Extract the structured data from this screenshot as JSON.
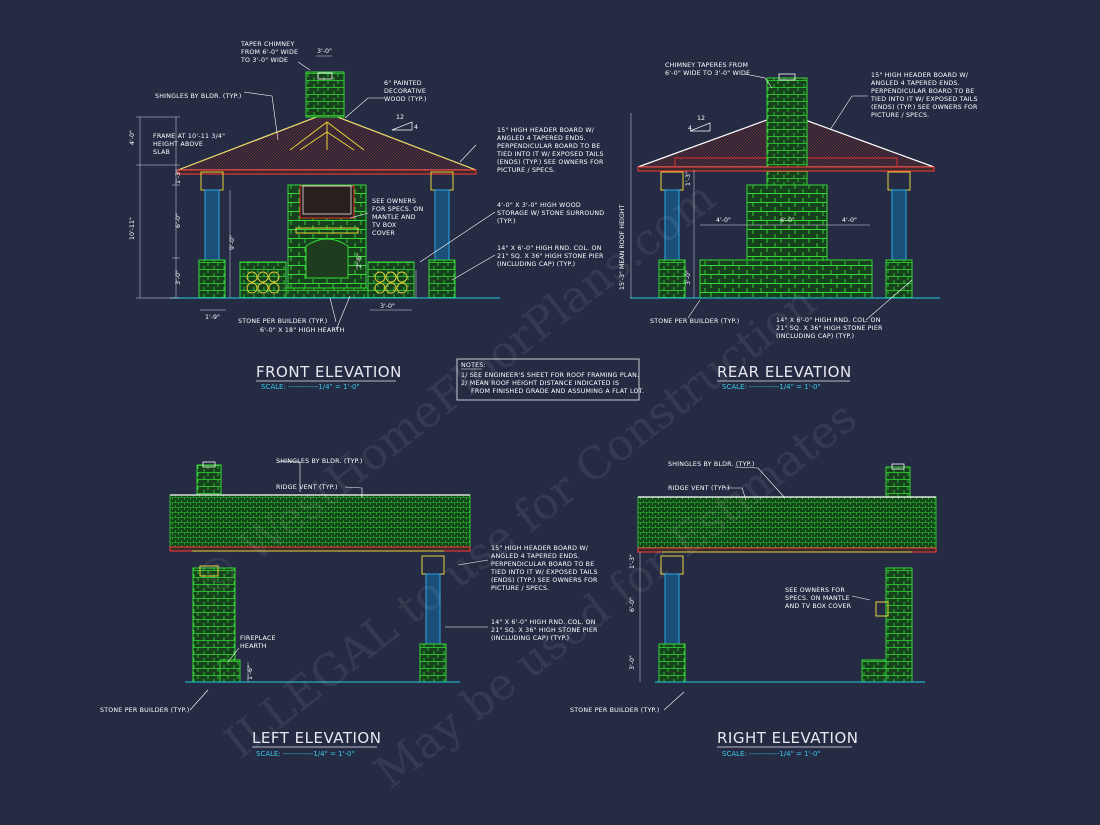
{
  "front": {
    "title": "FRONT ELEVATION",
    "scale": "SCALE: ------------1/4\" = 1'-0\"",
    "labels": {
      "taper_chimney": [
        "TAPER CHIMNEY",
        "FROM 6'-0\" WIDE",
        "TO 3'-0\" WIDE"
      ],
      "chimney_width": "3'-0\"",
      "shingles": "SHINGLES BY BLDR. (TYP.)",
      "decor_wood": [
        "6\" PAINTED",
        "DECORATIVE",
        "WOOD (TYP.)"
      ],
      "pitch_run": "12",
      "pitch_rise": "4",
      "frame": [
        "FRAME AT 10'-11 3/4\"",
        "HEIGHT ABOVE",
        "SLAB"
      ],
      "header_board": [
        "15\" HIGH HEADER BOARD W/",
        "ANGLED 4 TAPERED ENDS.",
        "PERPENDICULAR BOARD TO BE",
        "TIED INTO IT W/ EXPOSED TAILS",
        "(ENDS) (TYP.) SEE OWNERS FOR",
        "PICTURE / SPECS."
      ],
      "see_owners": [
        "SEE OWNERS",
        "FOR SPECS. ON",
        "MANTLE AND",
        "TV BOX",
        "COVER"
      ],
      "wood_storage": [
        "4'-0\" X 3'-0\" HIGH WOOD",
        "STORAGE W/ STONE SURROUND",
        "(TYP.)"
      ],
      "column": [
        "14\" X 6'-0\" HIGH RND. COL. ON",
        "21\" SQ. X 36\" HIGH STONE PIER",
        "(INCLUDING CAP) (TYP.)"
      ],
      "stone": "STONE PER BUILDER (TYP.)",
      "hearth": "6'-0\" X 18\" HIGH HEARTH",
      "dims": {
        "d4": "4'-0\"",
        "d13": "1'-3\"",
        "d6": "6'-0\"",
        "d3": "3'-0\"",
        "d1011": "10'-11\"",
        "d9": "9'-0\"",
        "d2": "2'-6\"",
        "d19": "1'-9\"",
        "d30": "3'-0\""
      }
    }
  },
  "rear": {
    "title": "REAR ELEVATION",
    "scale": "SCALE: ------------1/4\" = 1'-0\"",
    "labels": {
      "chimney": [
        "CHIMNEY TAPERES FROM",
        "6'-0\" WIDE TO 3'-0\" WIDE"
      ],
      "header_board": [
        "15\" HIGH HEADER BOARD W/",
        "ANGLED 4 TAPERED ENDS.",
        "PERPENDICULAR BOARD TO BE",
        "TIED INTO IT W/ EXPOSED TAILS",
        "(ENDS) (TYP.) SEE OWNERS FOR",
        "PICTURE / SPECS."
      ],
      "pitch_run": "12",
      "pitch_rise": "4",
      "mean_roof": "15'-3\" MEAN ROOF HEIGHT",
      "stone": "STONE PER BUILDER (TYP.)",
      "column": [
        "14\" X 6'-0\" HIGH RND. COL. ON",
        "21\" SQ. X 36\" HIGH STONE PIER",
        "(INCLUDING CAP) (TYP.)"
      ],
      "dims": {
        "d4a": "4'-0\"",
        "d6": "6'-0\"",
        "d4b": "4'-0\"",
        "d13": "1'-3\"",
        "d3": "3'-0\""
      }
    }
  },
  "notes": {
    "heading": "NOTES:",
    "lines": [
      "1/ SEE ENGINEER'S SHEET FOR ROOF FRAMING PLAN.",
      "2/ MEAN ROOF HEIGHT DISTANCE INDICATED IS",
      "FROM FINISHED GRADE AND ASSUMING A FLAT LOT."
    ]
  },
  "left": {
    "title": "LEFT ELEVATION",
    "scale": "SCALE: ------------1/4\" = 1'-0\"",
    "labels": {
      "shingles": "SHINGLES BY BLDR. (TYP.)",
      "ridge_vent": "RIDGE VENT (TYP.)",
      "header_board": [
        "15\" HIGH HEADER BOARD W/",
        "ANGLED 4 TAPERED ENDS.",
        "PERPENDICULAR BOARD TO BE",
        "TIED INTO IT W/ EXPOSED TAILS",
        "(ENDS) (TYP.) SEE OWNERS FOR",
        "PICTURE / SPECS."
      ],
      "column": [
        "14\" X 6'-0\" HIGH RND. COL. ON",
        "21\" SQ. X 36\" HIGH STONE PIER",
        "(INCLUDING CAP) (TYP.)"
      ],
      "fireplace": [
        "FIREPLACE",
        "HEARTH"
      ],
      "stone": "STONE PER BUILDER (TYP.)",
      "d16": "1'-6\""
    }
  },
  "right": {
    "title": "RIGHT ELEVATION",
    "scale": "SCALE: ------------1/4\" = 1'-0\"",
    "labels": {
      "shingles": "SHINGLES BY BLDR. (TYP.)",
      "ridge_vent": "RIDGE VENT (TYP.)",
      "see_owners": [
        "SEE OWNERS FOR",
        "SPECS. ON MANTLE",
        "AND TV BOX COVER"
      ],
      "stone": "STONE PER BUILDER (TYP.)",
      "dims": {
        "d13": "1'-3\"",
        "d6": "6'-0\"",
        "d3": "3'-0\""
      }
    }
  },
  "watermark": {
    "line1": "© WestHomeFloorPlans.com",
    "line2": "ILLEGAL to use for Construction",
    "line3": "May be used for Estimates"
  }
}
